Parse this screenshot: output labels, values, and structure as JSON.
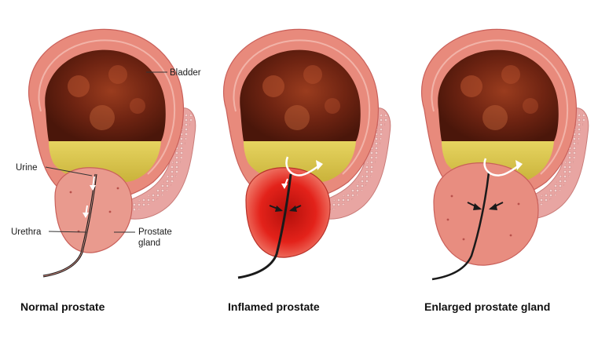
{
  "panels": [
    {
      "caption": "Normal prostate",
      "state": "normal",
      "labels": {
        "bladder": "Bladder",
        "urine": "Urine",
        "urethra": "Urethra",
        "prostate_line1": "Prostate",
        "prostate_line2": "gland"
      }
    },
    {
      "caption": "Inflamed prostate",
      "state": "inflamed"
    },
    {
      "caption": "Enlarged prostate gland",
      "state": "enlarged"
    }
  ],
  "colors": {
    "bladder_wall": "#e88a7c",
    "bladder_wall_outline": "#c9605a",
    "bladder_interior": "#6b2210",
    "urine": "#d9c64a",
    "prostate_normal": "#e99a8e",
    "prostate_inflamed": "#e4211a",
    "prostate_enlarged": "#e88d80",
    "seminal_vesicle": "#e8a5a2",
    "urethra": "#1a1a1a"
  }
}
